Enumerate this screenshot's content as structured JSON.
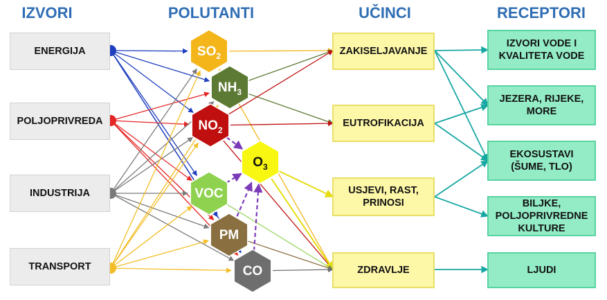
{
  "headers": {
    "sources": "IZVORI",
    "pollutants": "POLUTANTI",
    "effects": "UČINCI",
    "receptors": "RECEPTORI"
  },
  "sources": [
    {
      "label": "ENERGIJA",
      "color": "#1f3fbf"
    },
    {
      "label": "POLJOPRIVREDA",
      "color": "#e52424"
    },
    {
      "label": "INDUSTRIJA",
      "color": "#7a7a7a"
    },
    {
      "label": "TRANSPORT",
      "color": "#f3bd26"
    }
  ],
  "pollutants": [
    {
      "base": "SO",
      "sub": "2",
      "color": "#f3b51a"
    },
    {
      "base": "NH",
      "sub": "3",
      "color": "#5d7a34"
    },
    {
      "base": "NO",
      "sub": "2",
      "color": "#bf0f0f"
    },
    {
      "base": "O",
      "sub": "3",
      "color": "#f7f711"
    },
    {
      "base": "VOC",
      "sub": "",
      "color": "#8fd24f"
    },
    {
      "base": "PM",
      "sub": "",
      "color": "#8a7040"
    },
    {
      "base": "CO",
      "sub": "",
      "color": "#6e6e6e"
    }
  ],
  "effects": [
    {
      "label": "ZAKISELJAVANJE"
    },
    {
      "label": "EUTROFIKACIJA"
    },
    {
      "label": "USJEVI, RAST, PRINOSI"
    },
    {
      "label": "ZDRAVLJE"
    }
  ],
  "receptors": [
    {
      "label": "IZVORI VODE I KVALITETA VODE"
    },
    {
      "label": "JEZERA, RIJEKE, MORE"
    },
    {
      "label": "EKOSUSTAVI (ŠUME, TLO)"
    },
    {
      "label": "BILJKE, POLJOPRIVREDNE KULTURE"
    },
    {
      "label": "LJUDI"
    }
  ],
  "colors": {
    "header": "#2e6db4",
    "receptor_link": "#17a7a3",
    "o3_formation": "#7b3ab8"
  },
  "links": {
    "source_to_pollutant": [
      {
        "from": 0,
        "to": 0
      },
      {
        "from": 0,
        "to": 1
      },
      {
        "from": 0,
        "to": 2
      },
      {
        "from": 0,
        "to": 4
      },
      {
        "from": 0,
        "to": 5
      },
      {
        "from": 0,
        "to": 6
      },
      {
        "from": 1,
        "to": 1
      },
      {
        "from": 1,
        "to": 2
      },
      {
        "from": 1,
        "to": 4
      },
      {
        "from": 1,
        "to": 5
      },
      {
        "from": 1,
        "to": 6
      },
      {
        "from": 2,
        "to": 0
      },
      {
        "from": 2,
        "to": 1
      },
      {
        "from": 2,
        "to": 2
      },
      {
        "from": 2,
        "to": 4
      },
      {
        "from": 2,
        "to": 5
      },
      {
        "from": 2,
        "to": 6
      },
      {
        "from": 3,
        "to": 0
      },
      {
        "from": 3,
        "to": 1
      },
      {
        "from": 3,
        "to": 2
      },
      {
        "from": 3,
        "to": 4
      },
      {
        "from": 3,
        "to": 5
      },
      {
        "from": 3,
        "to": 6
      }
    ],
    "pollutant_to_effect": [
      {
        "from": 0,
        "to": 0
      },
      {
        "from": 0,
        "to": 3
      },
      {
        "from": 1,
        "to": 0
      },
      {
        "from": 1,
        "to": 1
      },
      {
        "from": 2,
        "to": 0
      },
      {
        "from": 2,
        "to": 1
      },
      {
        "from": 2,
        "to": 3
      },
      {
        "from": 3,
        "to": 2
      },
      {
        "from": 3,
        "to": 3
      },
      {
        "from": 4,
        "to": 3
      },
      {
        "from": 5,
        "to": 3
      },
      {
        "from": 6,
        "to": 3
      }
    ],
    "o3_formation": [
      {
        "from": 2,
        "to": 3
      },
      {
        "from": 4,
        "to": 3
      },
      {
        "from": 5,
        "to": 3
      },
      {
        "from": 6,
        "to": 3
      }
    ],
    "effect_to_receptor": [
      {
        "from": 0,
        "to": 0
      },
      {
        "from": 0,
        "to": 1
      },
      {
        "from": 0,
        "to": 2
      },
      {
        "from": 1,
        "to": 1
      },
      {
        "from": 1,
        "to": 2
      },
      {
        "from": 2,
        "to": 2
      },
      {
        "from": 2,
        "to": 3
      },
      {
        "from": 3,
        "to": 4
      }
    ]
  }
}
